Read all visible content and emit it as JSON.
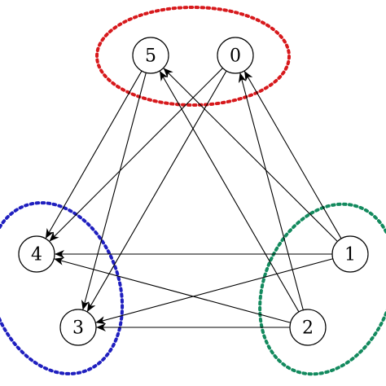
{
  "graph": {
    "nodes": [
      {
        "id": "5",
        "label": "5"
      },
      {
        "id": "0",
        "label": "0"
      },
      {
        "id": "4",
        "label": "4"
      },
      {
        "id": "1",
        "label": "1"
      },
      {
        "id": "3",
        "label": "3"
      },
      {
        "id": "2",
        "label": "2"
      }
    ],
    "edges": [
      {
        "from": "5",
        "to": "4"
      },
      {
        "from": "5",
        "to": "3"
      },
      {
        "from": "0",
        "to": "4"
      },
      {
        "from": "0",
        "to": "3"
      },
      {
        "from": "1",
        "to": "5"
      },
      {
        "from": "1",
        "to": "0"
      },
      {
        "from": "1",
        "to": "4"
      },
      {
        "from": "1",
        "to": "3"
      },
      {
        "from": "2",
        "to": "5"
      },
      {
        "from": "2",
        "to": "0"
      },
      {
        "from": "2",
        "to": "4"
      },
      {
        "from": "2",
        "to": "3"
      }
    ],
    "groups": [
      {
        "name": "group-top",
        "members": [
          "5",
          "0"
        ],
        "color": "#d7191c"
      },
      {
        "name": "group-left",
        "members": [
          "4",
          "3"
        ],
        "color": "#1f1fbf"
      },
      {
        "name": "group-right",
        "members": [
          "1",
          "2"
        ],
        "color": "#138a5e"
      }
    ]
  }
}
